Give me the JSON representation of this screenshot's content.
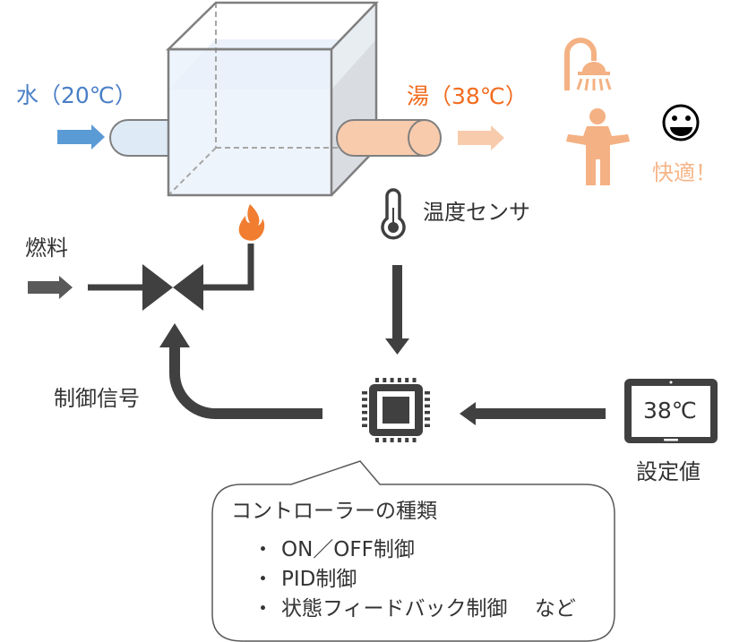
{
  "inlet": {
    "label": "水（20℃）",
    "color": "#4a7fc6"
  },
  "outlet": {
    "label": "湯（38℃）",
    "color": "#f26b1d"
  },
  "user": {
    "comfort_label": "快適！",
    "icons": [
      "shower-icon",
      "person-icon",
      "smiley-icon"
    ]
  },
  "sensor": {
    "label": "温度センサ",
    "icon": "thermometer-icon"
  },
  "fuel": {
    "label": "燃料"
  },
  "signal": {
    "label": "制御信号"
  },
  "setpoint": {
    "label": "設定値",
    "display_value": "38℃"
  },
  "controller": {
    "icon": "cpu-chip-icon",
    "bubble_title": "コントローラーの種類",
    "types": [
      {
        "bullet": "・",
        "text": "ON／OFF制御"
      },
      {
        "bullet": "・",
        "text": "PID制御"
      },
      {
        "bullet": "・",
        "text": "状態フィードバック制御　 など"
      }
    ]
  },
  "colors": {
    "dark": "#404040",
    "water_blue": "#5b9bd5",
    "hot_pipe": "#f8cbad",
    "flame": "#f07d30",
    "person": "#f4b183"
  }
}
